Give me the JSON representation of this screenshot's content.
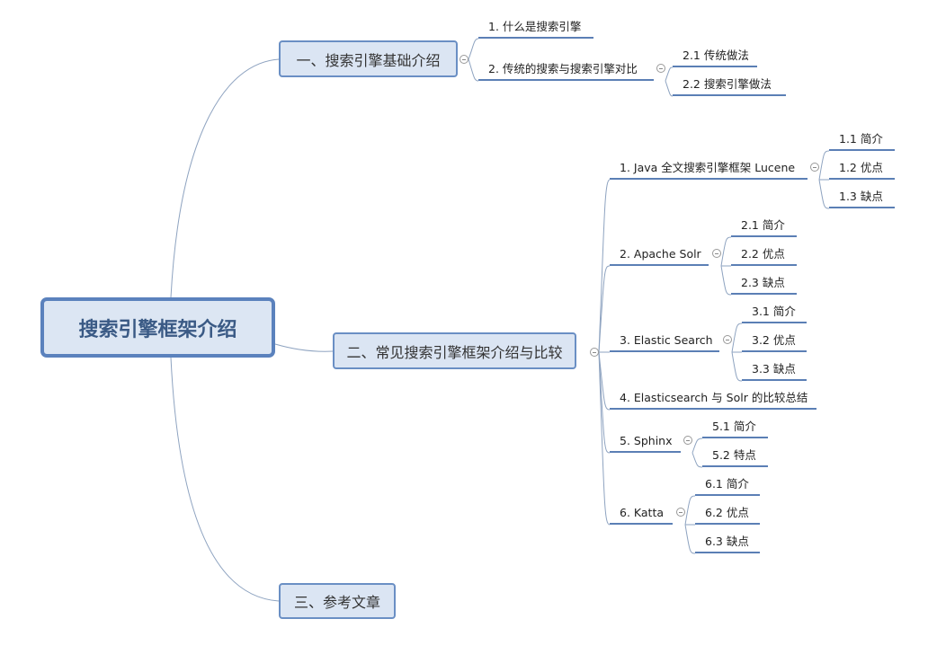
{
  "root": "搜索引擎框架介绍",
  "topics": [
    {
      "label": "一、搜索引擎基础介绍",
      "children": [
        {
          "label": "1. 什么是搜索引擎"
        },
        {
          "label": "2. 传统的搜索与搜索引擎对比",
          "children": [
            "2.1 传统做法",
            "2.2 搜索引擎做法"
          ]
        }
      ]
    },
    {
      "label": "二、常见搜索引擎框架介绍与比较",
      "children": [
        {
          "label": "1. Java 全文搜索引擎框架 Lucene",
          "children": [
            "1.1 简介",
            "1.2 优点",
            "1.3 缺点"
          ]
        },
        {
          "label": "2. Apache Solr",
          "children": [
            "2.1 简介",
            "2.2 优点",
            "2.3 缺点"
          ]
        },
        {
          "label": "3. Elastic Search",
          "children": [
            "3.1 简介",
            "3.2 优点",
            "3.3 缺点"
          ]
        },
        {
          "label": "4. Elasticsearch 与 Solr 的比较总结"
        },
        {
          "label": "5. Sphinx",
          "children": [
            "5.1 简介",
            "5.2 特点"
          ]
        },
        {
          "label": "6. Katta",
          "children": [
            "6.1 简介",
            "6.2 优点",
            "6.3 缺点"
          ]
        }
      ]
    },
    {
      "label": "三、参考文章"
    }
  ]
}
